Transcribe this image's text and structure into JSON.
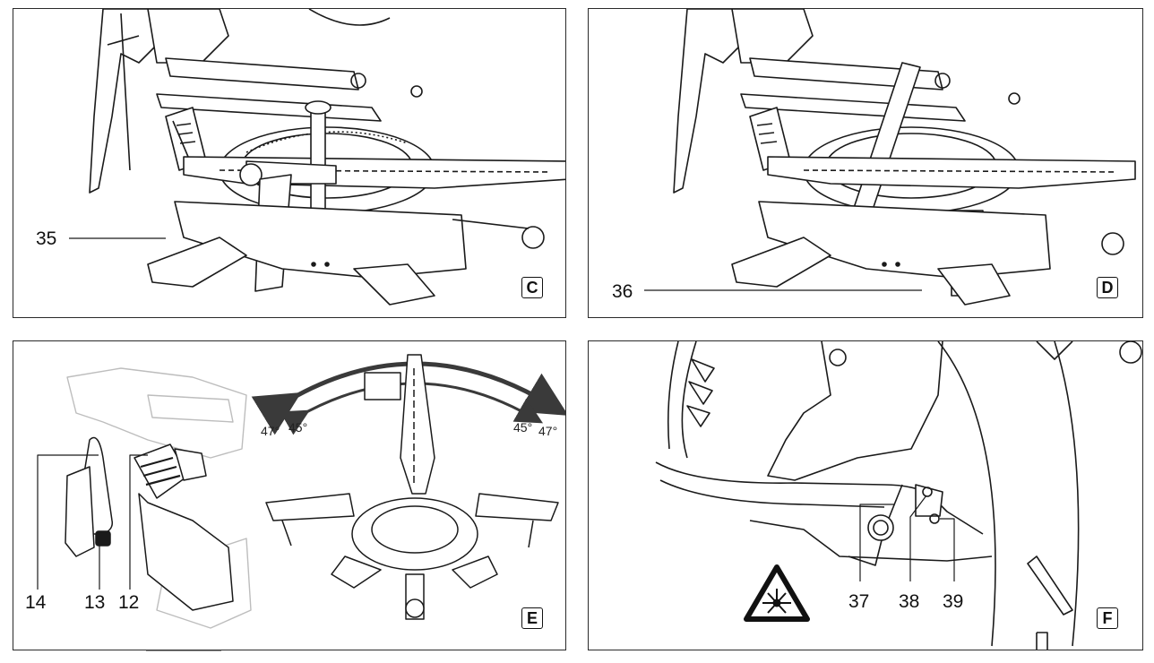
{
  "panels": {
    "c": {
      "letter": "C",
      "callouts": [
        "35"
      ]
    },
    "d": {
      "letter": "D",
      "callouts": [
        "36"
      ]
    },
    "e": {
      "letter": "E",
      "callouts": [
        "14",
        "13",
        "12"
      ],
      "angles": {
        "left_outer": "47°",
        "left_inner": "45°",
        "right_inner": "45°",
        "right_outer": "47°"
      }
    },
    "f": {
      "letter": "F",
      "callouts": [
        "37",
        "38",
        "39"
      ]
    }
  },
  "colors": {
    "line": "#1a1a1a",
    "border": "#2a2a2a",
    "gray": "#d9d9d9",
    "warning": "#111111"
  },
  "icons": [
    "laser-warning-icon"
  ]
}
